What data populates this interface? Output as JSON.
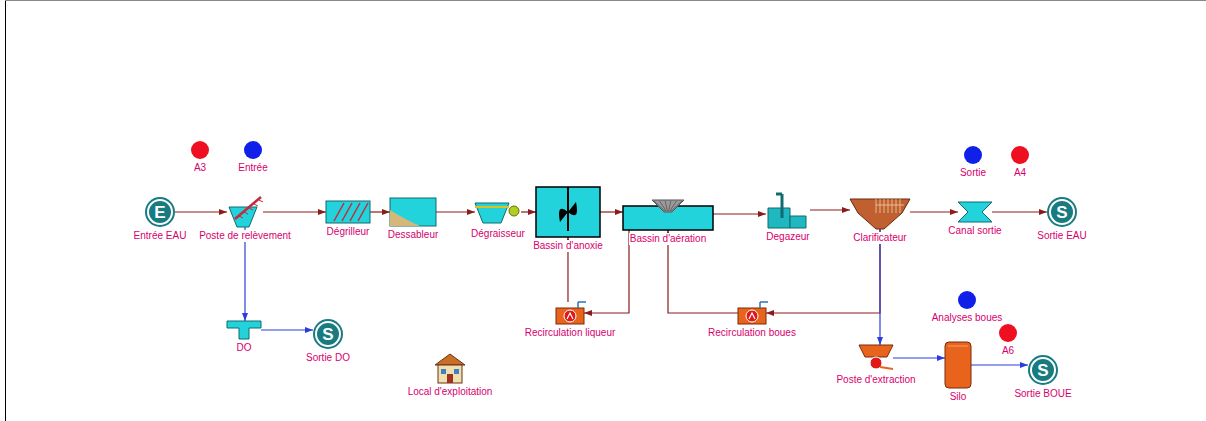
{
  "diagram": {
    "nodes": [
      {
        "text": [
          "A3"
        ]
      },
      {
        "text": [
          "Entrée"
        ]
      },
      {
        "text": [
          "Sortie"
        ]
      },
      {
        "text": [
          "A4"
        ]
      },
      {
        "text": [
          "E",
          "Entrée EAU"
        ]
      },
      {
        "text": [
          "Poste de relèvement"
        ]
      },
      {
        "text": [
          "Dégrilleur"
        ]
      },
      {
        "text": [
          "Dessableur"
        ]
      },
      {
        "text": [
          "Dégraisseur"
        ]
      },
      {
        "text": [
          "Bassin d'anoxie"
        ]
      },
      {
        "text": [
          "Bassin d'aération"
        ]
      },
      {
        "text": [
          "Degazeur"
        ]
      },
      {
        "text": [
          "Clarificateur"
        ]
      },
      {
        "text": [
          "Canal sortie"
        ]
      },
      {
        "text": [
          "S",
          "Sortie EAU"
        ]
      },
      {
        "text": [
          "Analyses boues"
        ]
      },
      {
        "text": [
          "Recirculation liqueur"
        ]
      },
      {
        "text": [
          "Recirculation boues"
        ]
      },
      {
        "text": [
          "DO"
        ]
      },
      {
        "text": [
          "S",
          "Sortie DO"
        ]
      },
      {
        "text": [
          "A6"
        ]
      },
      {
        "text": [
          "Local d'exploitation"
        ]
      },
      {
        "text": [
          "Poste d'extraction"
        ]
      },
      {
        "text": [
          "Silo"
        ]
      },
      {
        "text": [
          "S",
          "Sortie BOUE"
        ]
      }
    ],
    "edges": [
      {
        "from": 4,
        "to": 5,
        "arrow": "to"
      },
      {
        "from": 5,
        "to": 6,
        "arrow": "to"
      },
      {
        "from": 6,
        "to": 7,
        "arrow": "to"
      },
      {
        "from": 7,
        "to": 8,
        "arrow": "to"
      },
      {
        "from": 8,
        "to": 9,
        "arrow": "to"
      },
      {
        "from": 9,
        "to": 10,
        "arrow": "to"
      },
      {
        "from": 10,
        "to": 11,
        "arrow": "to"
      },
      {
        "from": 11,
        "to": 12,
        "arrow": "to"
      },
      {
        "from": 12,
        "to": 13,
        "arrow": "to"
      },
      {
        "from": 13,
        "to": 14,
        "arrow": "to"
      },
      {
        "from": 5,
        "to": 18,
        "arrow": "to"
      },
      {
        "from": 18,
        "to": 19,
        "arrow": "to"
      },
      {
        "from": 10,
        "to": 16,
        "arrow": "to"
      },
      {
        "from": 16,
        "to": 9,
        "arrow": "to"
      },
      {
        "from": 12,
        "to": 17,
        "arrow": "to"
      },
      {
        "from": 17,
        "to": 10,
        "arrow": "to"
      },
      {
        "from": 12,
        "to": 22,
        "arrow": "to"
      },
      {
        "from": 22,
        "to": 23,
        "arrow": "to"
      },
      {
        "from": 23,
        "to": 24,
        "arrow": "to"
      }
    ]
  }
}
